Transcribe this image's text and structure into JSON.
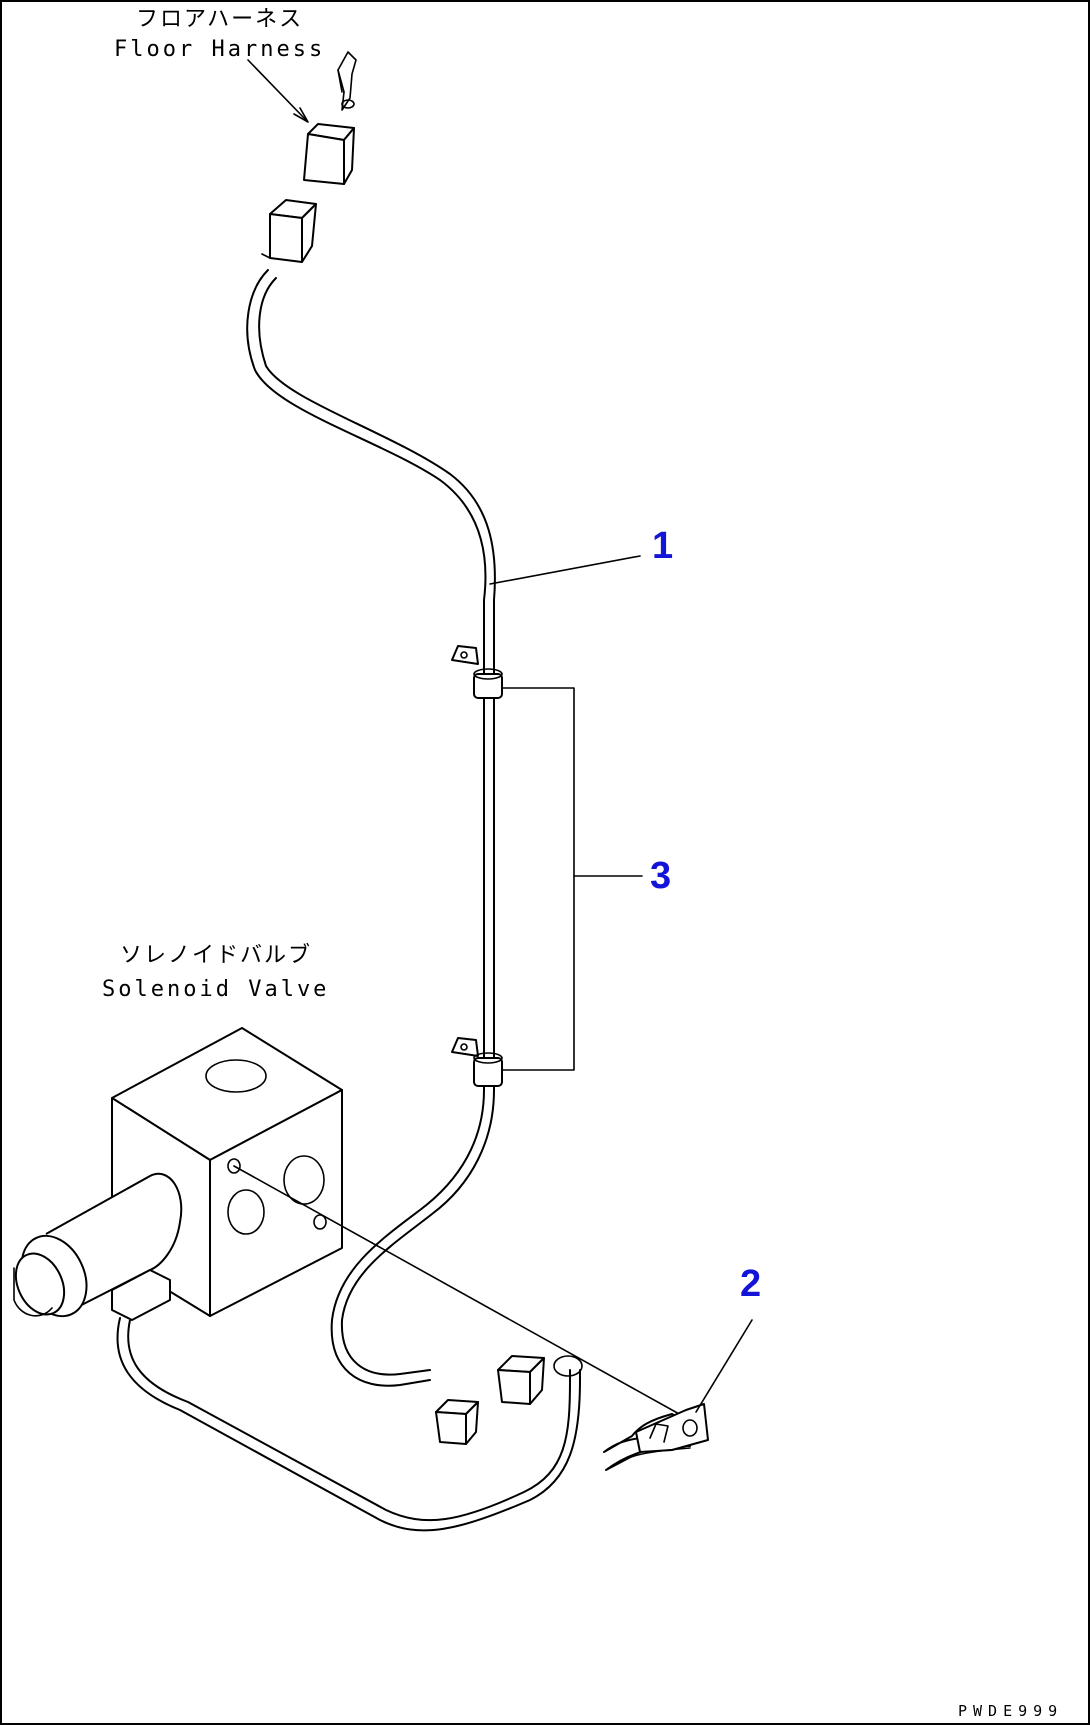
{
  "labels": {
    "floor_harness_jp": "フロアハーネス",
    "floor_harness_en": "Floor Harness",
    "solenoid_valve_jp": "ソレノイドバルブ",
    "solenoid_valve_en": "Solenoid Valve"
  },
  "callouts": {
    "item_1": "1",
    "item_2": "2",
    "item_3": "3"
  },
  "drawing_code": "PWDE999",
  "colors": {
    "callout": "#1414d8",
    "line": "#000000",
    "frame": "#000000"
  }
}
